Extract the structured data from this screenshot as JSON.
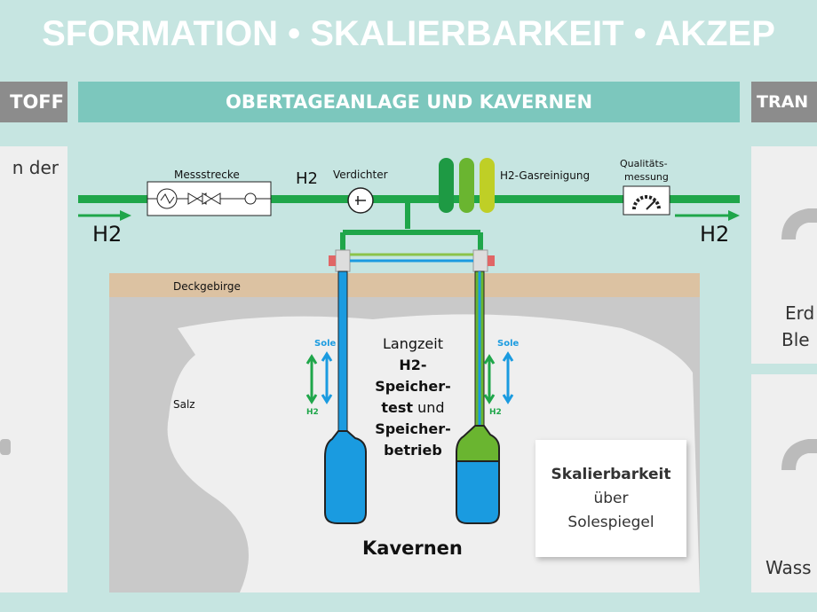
{
  "banner": {
    "title": "SFORMATION • SKALIERBARKEIT • AKZEP"
  },
  "headers": {
    "left": "TOFF",
    "center": "OBERTAGEANLAGE UND KAVERNEN",
    "right": "TRAN"
  },
  "left_panel": {
    "text": "n der"
  },
  "right_panels": {
    "top_line1": "Erd",
    "top_line2": "Ble",
    "bottom": "Wass"
  },
  "diagram": {
    "h2_in": "H2",
    "h2_out": "H2",
    "h2_mid": "H2",
    "messstrecke": "Messstrecke",
    "verdichter": "Verdichter",
    "gasreinigung": "H2-Gasreinigung",
    "qualitaet_line1": "Qualitäts-",
    "qualitaet_line2": "messung",
    "deckgebirge": "Deckgebirge",
    "salz": "Salz",
    "sole_left": "Sole",
    "sole_right": "Sole",
    "h2_left": "H2",
    "h2_right": "H2",
    "center_text": {
      "l1": "Langzeit",
      "l2": "H2-",
      "l3": "Speicher-",
      "l4a": "test",
      "l4b": " und",
      "l5": "Speicher-",
      "l6": "betrieb"
    },
    "kavernen": "Kavernen",
    "card": {
      "title": "Skalierbarkeit",
      "line2": "über",
      "line3": "Solespiegel"
    }
  },
  "colors": {
    "pipe": "#1fa64a",
    "brine": "#1a9be0",
    "header_teal": "#7cc7bd",
    "header_gray": "#8c8c8c",
    "cover": "#dcc2a2"
  }
}
